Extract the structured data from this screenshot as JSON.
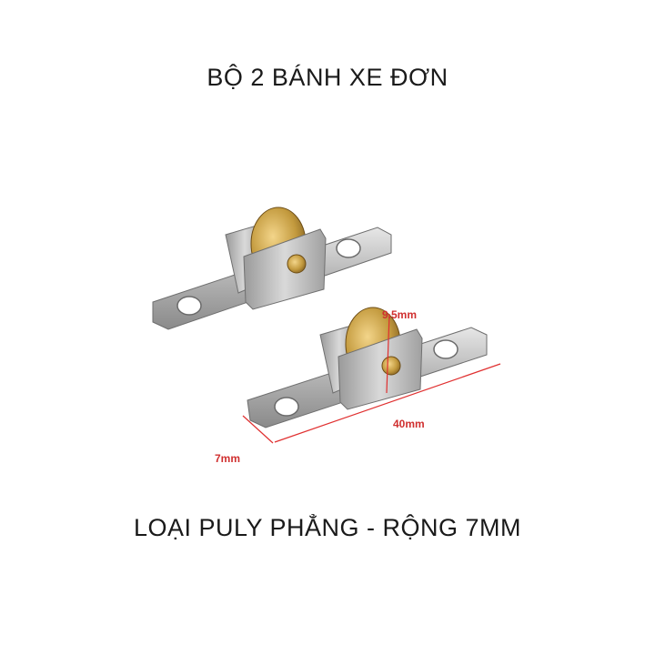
{
  "title": "BỘ 2 BÁNH XE ĐƠN",
  "subtitle": "LOẠI PULY PHẲNG - RỘNG 7MM",
  "dimensions": {
    "height_label": "9.5mm",
    "length_label": "40mm",
    "width_label": "7mm"
  },
  "colors": {
    "dimension_line": "#e03030",
    "metal": "#b8b8b8",
    "brass": "#c9a24a"
  }
}
